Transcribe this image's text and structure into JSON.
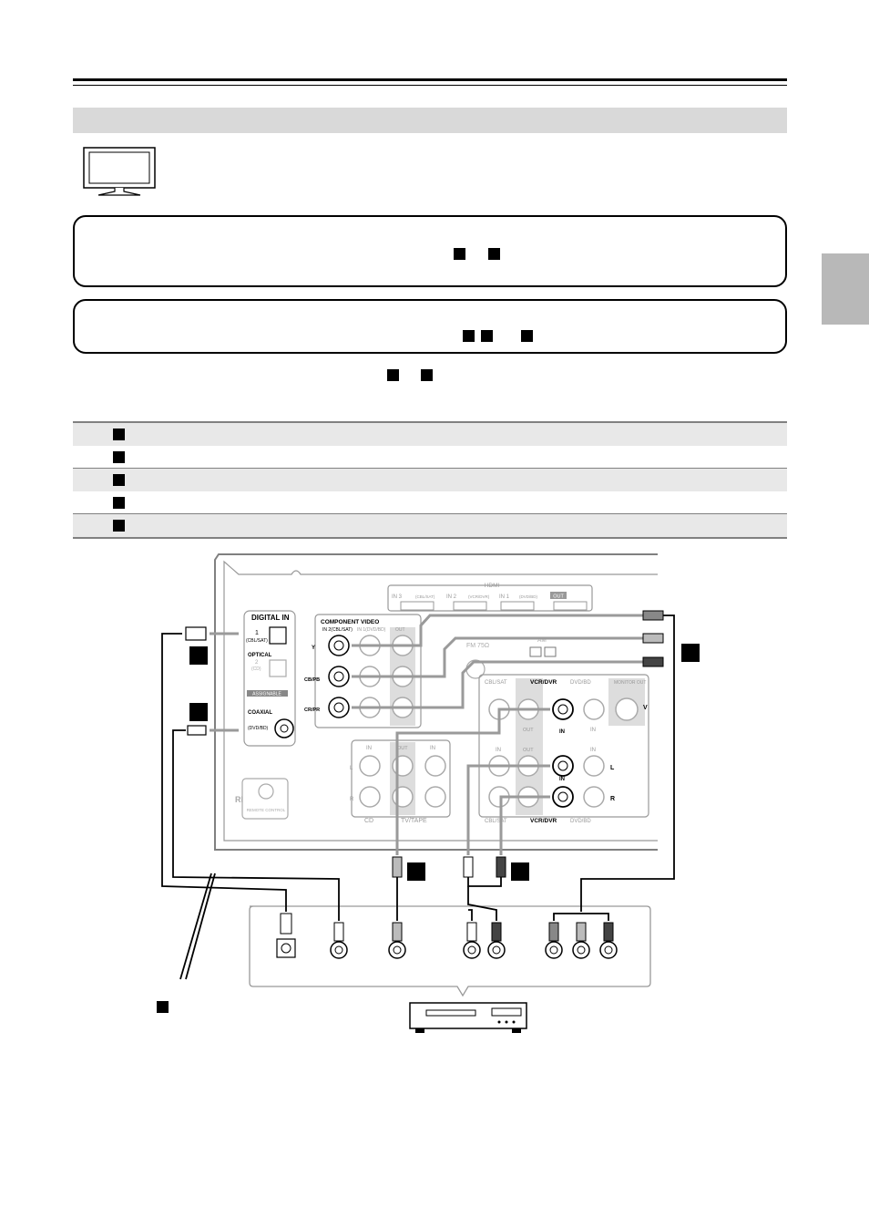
{
  "panel": {
    "digital_in": "DIGITAL IN",
    "optical_1": "1",
    "optical_1_src": "(CBL/SAT)",
    "optical": "OPTICAL",
    "optical_2": "2",
    "optical_2_src": "(CD)",
    "assignable": "ASSIGNABLE",
    "coaxial": "COAXIAL",
    "coaxial_src": "(DVD/BD)",
    "component_video": "COMPONENT VIDEO",
    "comp_in2": "IN 2(CBL/SAT)",
    "comp_in1": "IN 1(DVD/BD)",
    "comp_out": "OUT",
    "y": "Y",
    "cb_pb": "CB/PB",
    "cr_pr": "CR/PR",
    "hdmi": "HDMI",
    "hdmi_in3": "IN 3",
    "hdmi_in3_src": "(CBL/SAT)",
    "hdmi_in2": "IN 2",
    "hdmi_in2_src": "(VCR/DVR)",
    "hdmi_in1": "IN 1",
    "hdmi_in1_src": "(DVD/BD)",
    "hdmi_out": "OUT",
    "fm": "FM 75Ω",
    "am": "AM",
    "cbl_sat": "CBL/SAT",
    "vcr_dvr": "VCR/DVR",
    "dvd_bd": "DVD/BD",
    "monitor_out": "MONITOR OUT",
    "v": "V",
    "l": "L",
    "r": "R",
    "in": "IN",
    "out": "OUT",
    "cd": "CD",
    "tv_tape": "TV/TAPE",
    "remote_control": "REMOTE CONTROL",
    "ri": "RI"
  },
  "colors": {
    "section_bar": "#d9d9d9",
    "side_tab": "#b8b8b8",
    "table_shade": "#e8e8e8",
    "cable_gray": "#9a9a9a"
  }
}
